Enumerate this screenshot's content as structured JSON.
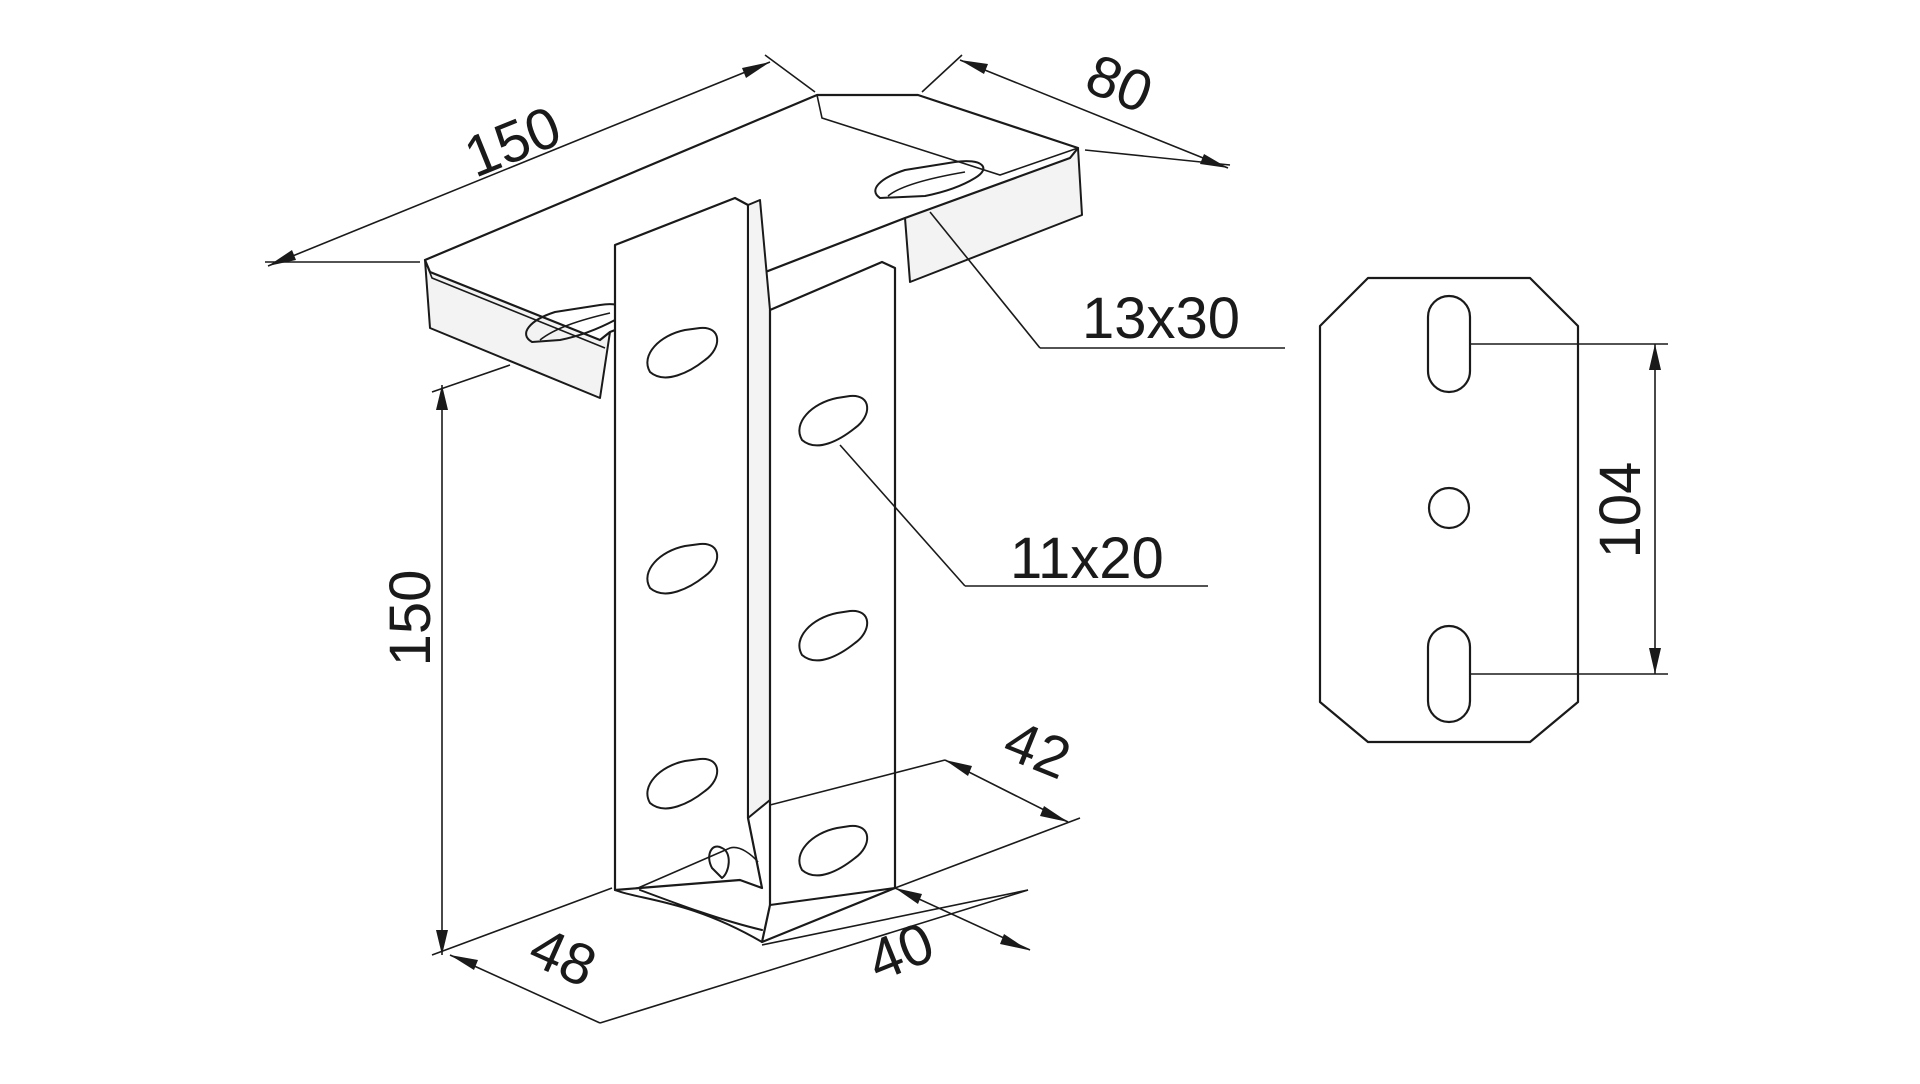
{
  "colors": {
    "background": "#ffffff",
    "line": "#1a1a1a"
  },
  "dimensions": {
    "plate_length": "150",
    "plate_width": "80",
    "plate_slot": "13x30",
    "column_slot": "11x20",
    "column_height": "150",
    "plate_slot_spacing": "104",
    "column_depth_48": "48",
    "column_width_40": "40",
    "column_width_42": "42"
  }
}
